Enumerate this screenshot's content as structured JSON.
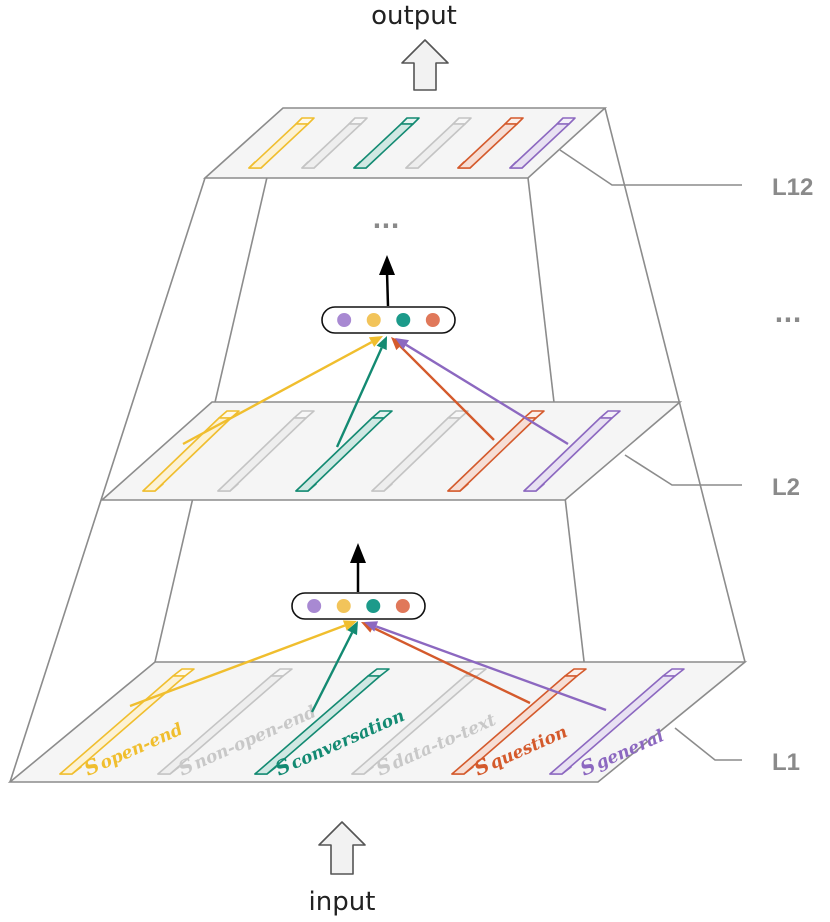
{
  "io": {
    "output": "output",
    "input": "input"
  },
  "layers": {
    "top": "L12",
    "middle": "L2",
    "bottom": "L1"
  },
  "ellipsis": {
    "vertical": "···",
    "side": "···"
  },
  "prompts": [
    {
      "s": "S",
      "sub": "open-end",
      "color": "#f0be2e",
      "active": true
    },
    {
      "s": "S",
      "sub": "non-open-end",
      "color": "#c8c8c8",
      "active": false
    },
    {
      "s": "S",
      "sub": "conversation",
      "color": "#138a72",
      "active": true
    },
    {
      "s": "S",
      "sub": "data-to-text",
      "color": "#c8c8c8",
      "active": false
    },
    {
      "s": "S",
      "sub": "question",
      "color": "#d45a2c",
      "active": true
    },
    {
      "s": "S",
      "sub": "general",
      "color": "#8c68c0",
      "active": true
    }
  ],
  "combiner_dots": [
    "#a889d2",
    "#f2c45a",
    "#1c9a8a",
    "#e0785a"
  ],
  "colors": {
    "frame": "#8c8c8c",
    "plane_fill": "#f5f5f5",
    "arrow_fill": "#f2f2f2",
    "arrow_stroke": "#555555"
  }
}
